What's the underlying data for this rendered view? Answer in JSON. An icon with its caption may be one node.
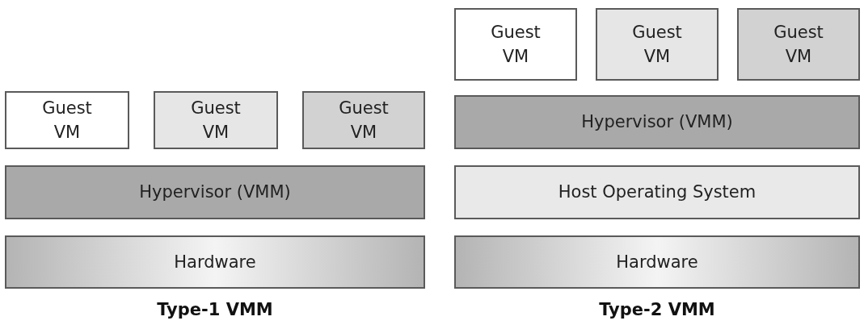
{
  "diagram": {
    "nodes": [
      {
        "text": [
          "Guest VM"
        ]
      },
      {
        "text": [
          "Guest VM"
        ]
      },
      {
        "text": [
          "Guest VM"
        ]
      },
      {
        "text": [
          "Hypervisor (VMM)"
        ]
      },
      {
        "text": [
          "Hardware"
        ]
      },
      {
        "text": [
          "Guest VM"
        ]
      },
      {
        "text": [
          "Guest VM"
        ]
      },
      {
        "text": [
          "Guest VM"
        ]
      },
      {
        "text": [
          "Hypervisor (VMM)"
        ]
      },
      {
        "text": [
          "Host Operating System"
        ]
      },
      {
        "text": [
          "Hardware"
        ]
      }
    ],
    "labels": [
      "Type-1 VMM",
      "Type-2 VMM"
    ]
  }
}
